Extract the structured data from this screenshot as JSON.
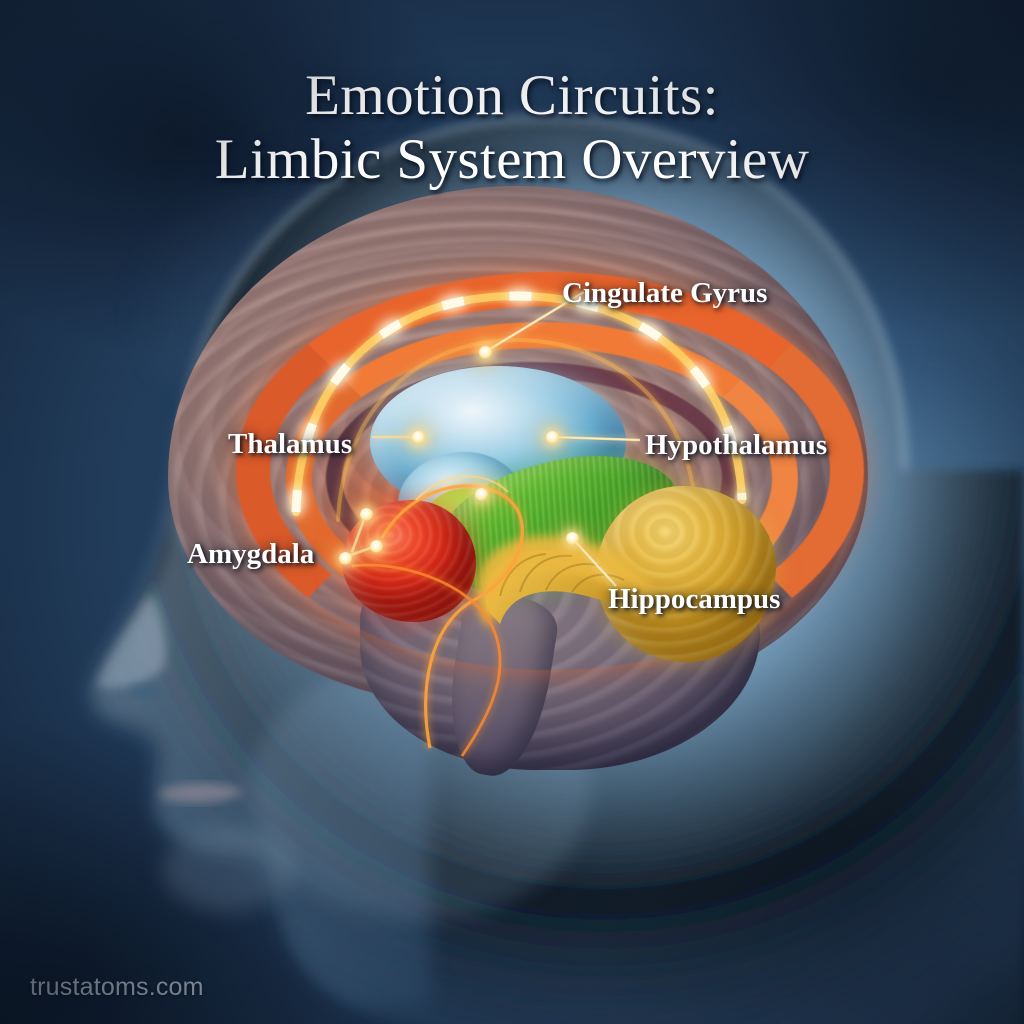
{
  "title": {
    "line1": "Emotion Circuits:",
    "line2": "Limbic System Overview"
  },
  "watermark": "trustatoms.com",
  "labels": [
    {
      "id": "cingulate-gyrus",
      "text": "Cingulate Gyrus"
    },
    {
      "id": "thalamus",
      "text": "Thalamus"
    },
    {
      "id": "hypothalamus",
      "text": "Hypothalamus"
    },
    {
      "id": "amygdala",
      "text": "Amygdala"
    },
    {
      "id": "hippocampus",
      "text": "Hippocampus"
    }
  ],
  "structures": [
    {
      "name": "cingulate-gyrus",
      "color": "#e8642c",
      "description": "orange arc band above thalamus"
    },
    {
      "name": "thalamus",
      "color": "#9fd0e6",
      "description": "pale blue ovoid at center"
    },
    {
      "name": "hypothalamus",
      "color": "#63bd2f",
      "description": "green elongated body below thalamus"
    },
    {
      "name": "amygdala",
      "color": "#f24b2c",
      "description": "red almond body anterior-inferior"
    },
    {
      "name": "hippocampus",
      "color": "#e8bd49",
      "description": "golden curved body posterior-inferior"
    }
  ],
  "palette": {
    "background_dark": "#1a2d47",
    "background_mid": "#3a6086",
    "head_silhouette": "#6d94b4",
    "cortex": "#9b7c78",
    "temporal_lobe": "#7a6d7b",
    "title_text": "#ffffff",
    "label_text": "#ffffff",
    "leader_line": "#f3dca0",
    "node_glow": "#ffe08a",
    "watermark_text": "#c3cfdb"
  }
}
